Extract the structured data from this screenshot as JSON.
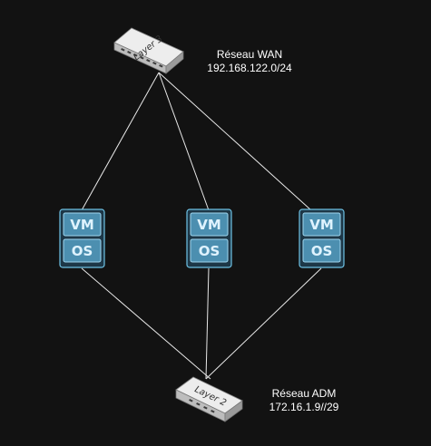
{
  "diagram": {
    "switches": {
      "top": {
        "label": "Layer 3"
      },
      "bottom": {
        "label": "Layer 2"
      }
    },
    "servers": [
      {
        "id": "server-left",
        "top_label": "VM",
        "bottom_label": "OS"
      },
      {
        "id": "server-middle",
        "top_label": "VM",
        "bottom_label": "OS"
      },
      {
        "id": "server-right",
        "top_label": "VM",
        "bottom_label": "OS"
      }
    ],
    "networks": {
      "wan": {
        "name": "Réseau WAN",
        "address": "192.168.122.0/24"
      },
      "adm": {
        "name": "Réseau ADM",
        "address": "172.16.1.9//29"
      }
    }
  },
  "colors": {
    "background": "#121212",
    "link": "#e8e8e8",
    "server_outline": "#6ec3e6",
    "server_body": "#1d3747",
    "server_cell": "#4c8fb0",
    "server_text": "#dff3ff",
    "switch_top": "#ededed",
    "switch_side": "#9a9a9a"
  },
  "icons": {
    "switch": "network-switch-icon",
    "server": "vm-os-server-icon"
  }
}
